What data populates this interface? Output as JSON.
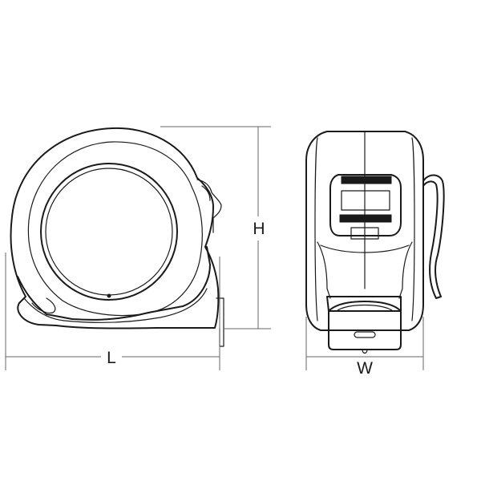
{
  "dimensions": {
    "length_label": "L",
    "height_label": "H",
    "width_label": "W"
  },
  "colors": {
    "line": "#1a1a1a",
    "dimension_line": "#666666",
    "background": "#ffffff"
  }
}
